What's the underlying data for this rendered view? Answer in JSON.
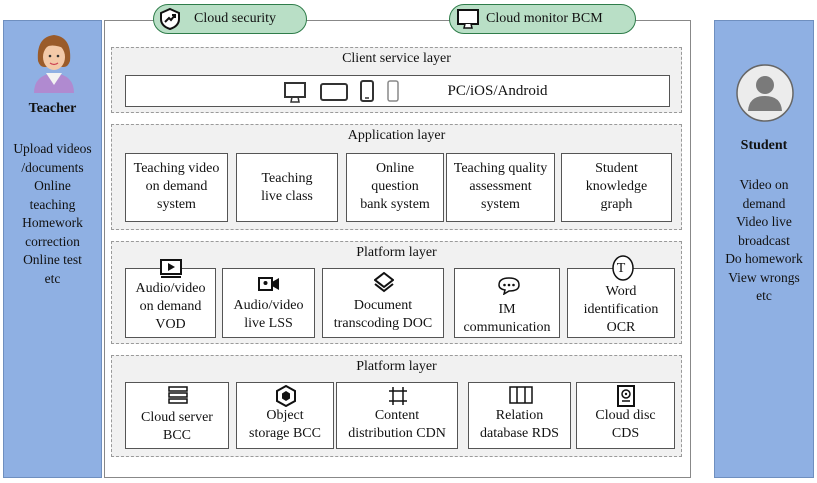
{
  "top_tags": {
    "cloud_security": "Cloud security",
    "cloud_monitor": "Cloud monitor BCM"
  },
  "teacher": {
    "title": "Teacher",
    "lines": [
      "Upload videos",
      "/documents",
      "Online",
      "teaching",
      "Homework",
      "correction",
      "Online test",
      "etc"
    ]
  },
  "student": {
    "title": "Student",
    "lines": [
      "Video on",
      "demand",
      "Video live",
      "broadcast",
      "Do homework",
      "View wrongs",
      "etc"
    ]
  },
  "client_layer": {
    "title": "Client service layer",
    "devices_label": "PC/iOS/Android"
  },
  "application_layer": {
    "title": "Application layer",
    "items": [
      {
        "lines": [
          "Teaching video",
          "on demand",
          "system"
        ]
      },
      {
        "lines": [
          "Teaching",
          "live class"
        ]
      },
      {
        "lines": [
          "Online",
          "question",
          "bank system"
        ]
      },
      {
        "lines": [
          "Teaching quality",
          "assessment",
          "system"
        ]
      },
      {
        "lines": [
          "Student",
          "knowledge",
          "graph"
        ]
      }
    ]
  },
  "platform_layer_1": {
    "title": "Platform layer",
    "items": [
      {
        "lines": [
          "Audio/video",
          "on demand",
          "VOD"
        ],
        "icon": "video-player-icon"
      },
      {
        "lines": [
          "Audio/video",
          "live LSS"
        ],
        "icon": "live-camera-icon"
      },
      {
        "lines": [
          "Document",
          "transcoding DOC"
        ],
        "icon": "document-layers-icon"
      },
      {
        "lines": [
          "IM",
          "communication"
        ],
        "icon": "chat-bubble-icon"
      },
      {
        "lines": [
          "Word",
          "identification",
          "OCR"
        ],
        "icon": "text-recognition-icon",
        "icon_text": "T"
      }
    ]
  },
  "platform_layer_2": {
    "title": "Platform layer",
    "items": [
      {
        "lines": [
          "Cloud server",
          "BCC"
        ],
        "icon": "server-icon"
      },
      {
        "lines": [
          "Object",
          "storage BCC"
        ],
        "icon": "storage-cube-icon"
      },
      {
        "lines": [
          "Content",
          "distribution CDN"
        ],
        "icon": "network-nodes-icon"
      },
      {
        "lines": [
          "Relation",
          "database RDS"
        ],
        "icon": "database-table-icon"
      },
      {
        "lines": [
          "Cloud disc",
          "CDS"
        ],
        "icon": "cloud-disc-icon"
      }
    ]
  }
}
